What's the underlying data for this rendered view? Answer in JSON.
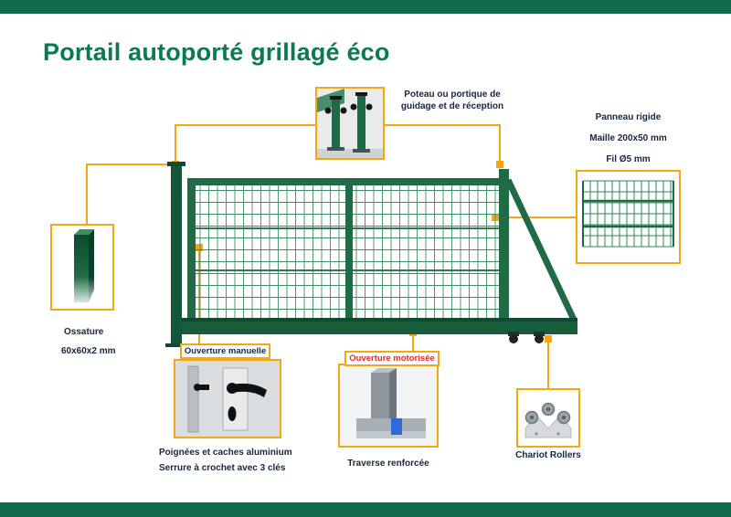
{
  "header": {
    "title": "Portail autoporté grillagé éco"
  },
  "colors": {
    "brand_green": "#0b7a52",
    "bar_green": "#116b4c",
    "gate_green": "#1e6b46",
    "mesh_green": "#3f8f63",
    "callout_yellow": "#f3a712",
    "label_navy": "#15273f",
    "motorized_red": "#d93025"
  },
  "callouts": {
    "guide_post": {
      "label": "Poteau ou portique de guidage et de réception"
    },
    "rigid_panel": {
      "line1": "Panneau rigide",
      "line2": "Maille 200x50 mm",
      "line3": "Fil Ø5 mm"
    },
    "frame": {
      "line1": "Ossature",
      "line2": "60x60x2 mm"
    },
    "manual_opening": {
      "title": "Ouverture manuelle",
      "line1": "Poignées et caches aluminium",
      "line2": "Serrure à crochet avec 3 clés"
    },
    "motorized_opening": {
      "title": "Ouverture motorisée",
      "caption": "Traverse renforcée"
    },
    "rollers": {
      "caption": "Chariot Rollers"
    }
  }
}
